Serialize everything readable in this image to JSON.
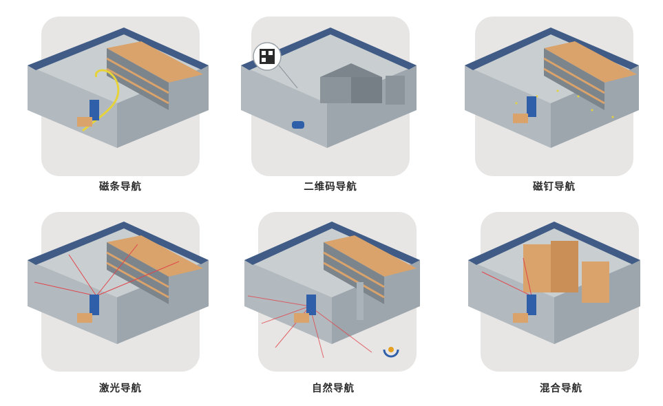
{
  "panels": [
    {
      "label": "磁条导航"
    },
    {
      "label": "二维码导航"
    },
    {
      "label": "磁钉导航"
    },
    {
      "label": "激光导航"
    },
    {
      "label": "自然导航"
    },
    {
      "label": "混合导航"
    }
  ],
  "colors": {
    "card_bg": "#e7e6e5",
    "wall": "#b7bec4",
    "floor": "#c9ced1",
    "edge": "#3f5b86",
    "shelf": "#d9a36b",
    "agv": "#2f5fa8",
    "magnetic_tape": "#e6d33a",
    "laser": "#e0444a"
  }
}
